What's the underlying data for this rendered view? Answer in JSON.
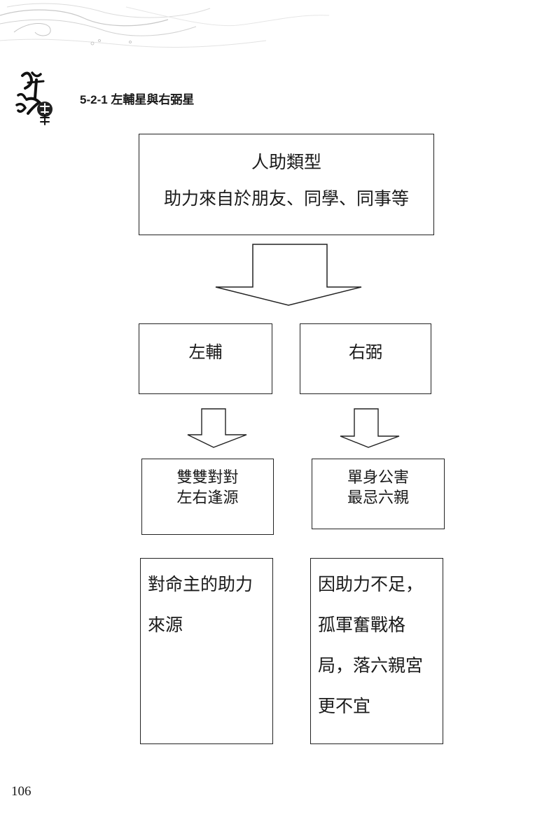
{
  "header": {
    "section_title": "5-2-1 左輔星與右弼星",
    "logo_icon": "calligraphy-logo-icon"
  },
  "diagram": {
    "top": {
      "line1": "人助類型",
      "line2": "助力來自於朋友、同學、同事等"
    },
    "left": {
      "name": "左輔",
      "trait": [
        "雙雙對對",
        "左右逢源"
      ],
      "description": [
        "對命主的助力",
        "來源"
      ]
    },
    "right": {
      "name": "右弼",
      "trait": [
        "單身公害",
        "最忌六親"
      ],
      "description": [
        "因助力不足，",
        "孤軍奮戰格",
        "局，落六親宮",
        "更不宜"
      ]
    }
  },
  "footer": {
    "page_number": "106"
  }
}
